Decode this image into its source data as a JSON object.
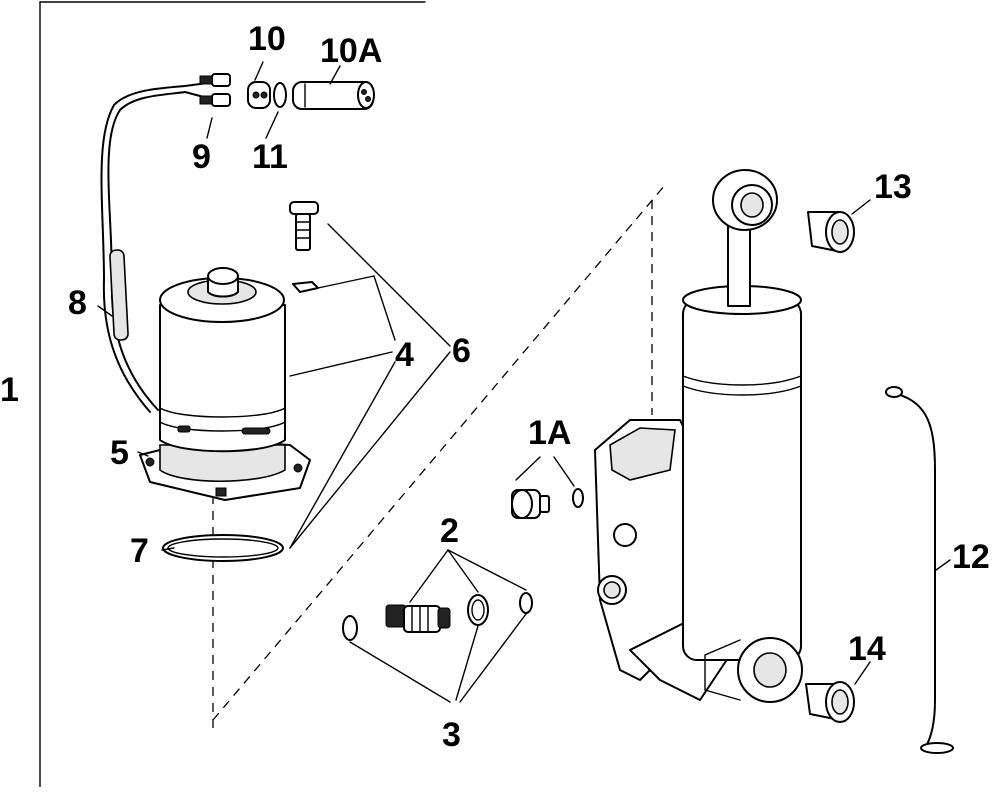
{
  "callouts": {
    "c1": "1",
    "c1a": "1A",
    "c2": "2",
    "c3": "3",
    "c4": "4",
    "c5": "5",
    "c6": "6",
    "c7": "7",
    "c8": "8",
    "c9": "9",
    "c10": "10",
    "c10a": "10A",
    "c11": "11",
    "c12": "12",
    "c13": "13",
    "c14": "14"
  }
}
